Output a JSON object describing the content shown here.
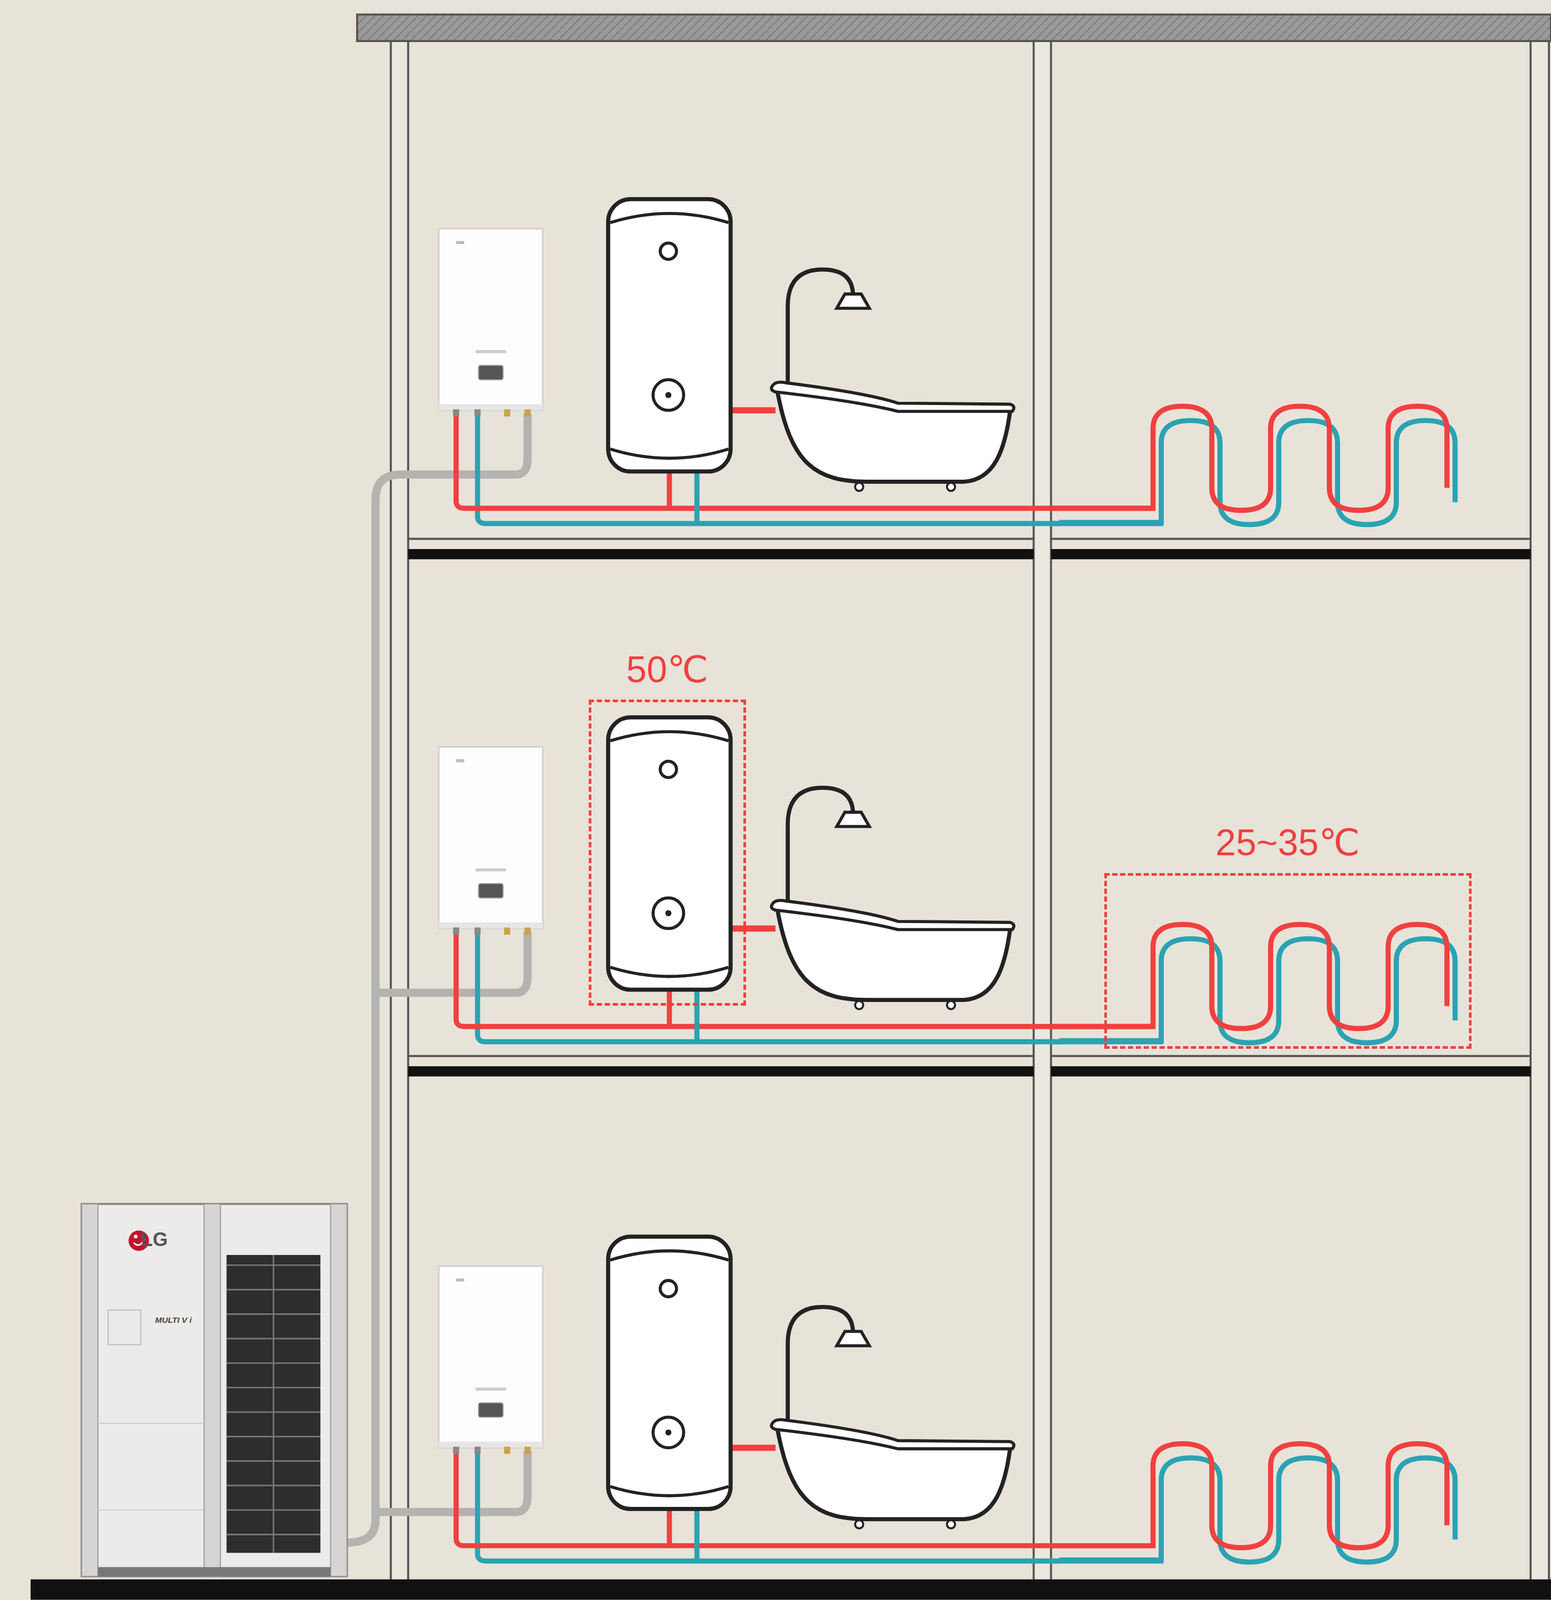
{
  "diagram": {
    "nodes": [
      {
        "text": [
          "50℃"
        ]
      },
      {
        "text": [
          "25~35℃"
        ]
      },
      {
        "text": [
          "LG",
          "MULTI V i"
        ]
      }
    ]
  }
}
